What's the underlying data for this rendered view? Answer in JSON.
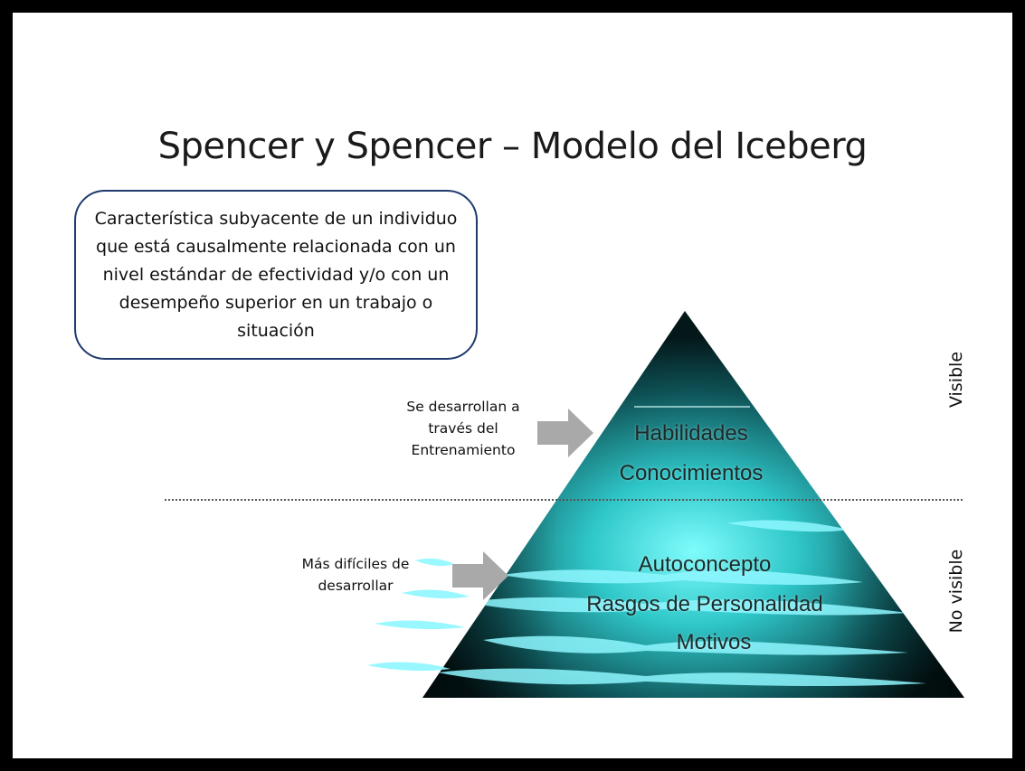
{
  "slide": {
    "title": "Spencer y Spencer – Modelo del Iceberg",
    "definition": "Característica subyacente de un individuo que está causalmente relacionada con un nivel estándar de efectividad y/o con un desempeño superior en un trabajo o situación",
    "notes": {
      "training": "Se desarrollan a través del Entrenamiento",
      "difficult": "Más difíciles de desarrollar"
    },
    "pyramid": {
      "visible_items": [
        "Habilidades",
        "Conocimientos"
      ],
      "hidden_items": [
        "Autoconcepto",
        "Rasgos de Personalidad",
        "Motivos"
      ]
    },
    "side_labels": {
      "visible": "Visible",
      "not_visible": "No visible"
    }
  },
  "colors": {
    "background": "#000000",
    "slide": "#ffffff",
    "pyramid_glow": "#3ee8e8",
    "pyramid_dark": "#071a1c",
    "ice_streaks": "#7ff6ff",
    "arrow": "#a9a9a9",
    "box_border": "#1f3a6e"
  }
}
